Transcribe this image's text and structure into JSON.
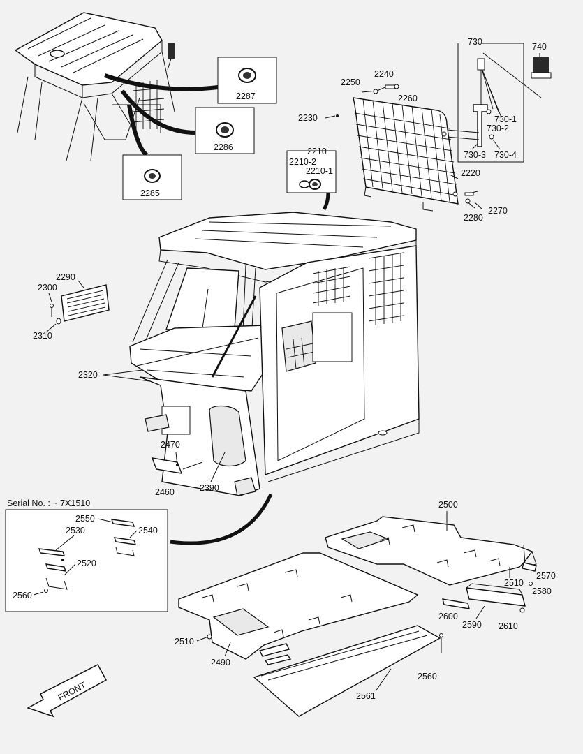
{
  "title": "",
  "serial_note": "Serial No. : ~ 7X1510",
  "front_label": "FRONT",
  "callouts": {
    "c730": "730",
    "c740": "740",
    "c730_1": "730-1",
    "c730_2": "730-2",
    "c730_3": "730-3",
    "c730_4": "730-4",
    "c2240": "2240",
    "c2250": "2250",
    "c2260": "2260",
    "c2230": "2230",
    "c2210": "2210",
    "c2210_2": "2210-2",
    "c2210_1": "2210-1",
    "c2220": "2220",
    "c2270": "2270",
    "c2280": "2280",
    "c2287": "2287",
    "c2286": "2286",
    "c2285": "2285",
    "c2290": "2290",
    "c2300": "2300",
    "c2310": "2310",
    "c2320": "2320",
    "c2470": "2470",
    "c2460": "2460",
    "c2390": "2390",
    "c2500": "2500",
    "c2550": "2550",
    "c2540": "2540",
    "c2530": "2530",
    "c2520": "2520",
    "c2560a": "2560",
    "c2510a": "2510",
    "c2570": "2570",
    "c2580": "2580",
    "c2600": "2600",
    "c2590": "2590",
    "c2610": "2610",
    "c2510b": "2510",
    "c2490": "2490",
    "c2560b": "2560",
    "c2561": "2561"
  }
}
